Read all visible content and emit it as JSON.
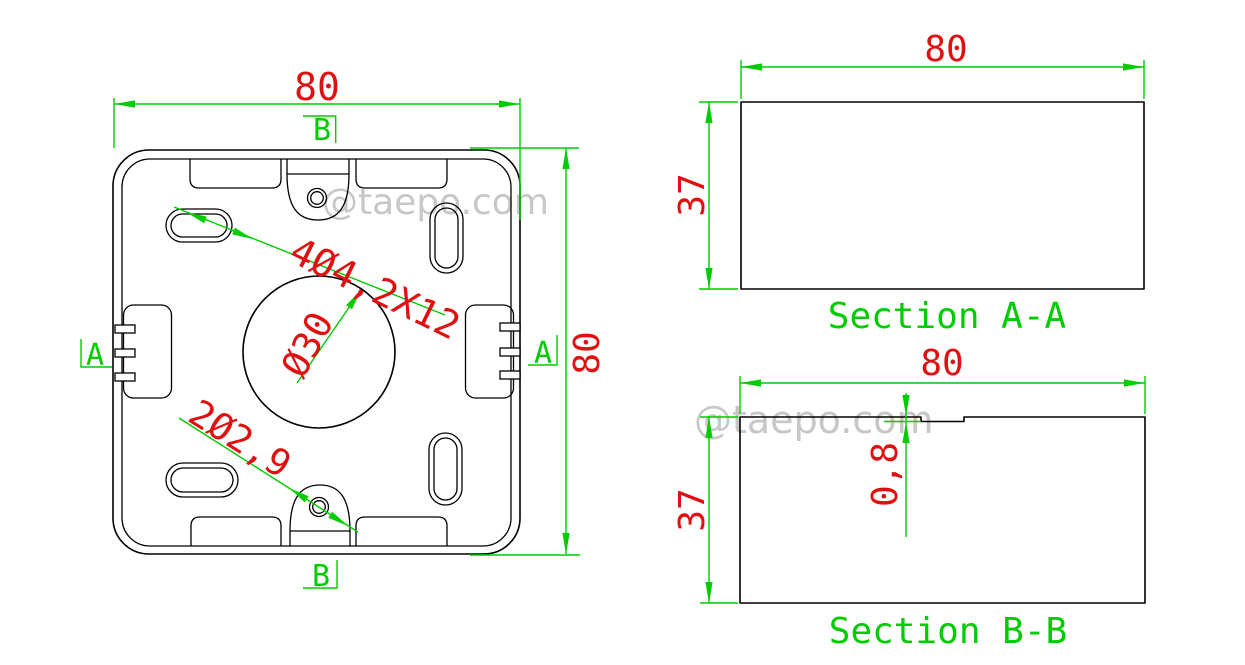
{
  "colors": {
    "geometry": "#000000",
    "dimension_lines": "#00cc00",
    "dimension_text": "#e01010",
    "watermark": "#c7c7c7",
    "background": "#ffffff"
  },
  "watermark": {
    "text": "@taepo.com"
  },
  "plan_view": {
    "width_dim": "80",
    "height_dim": "80",
    "slots_label": "4Ø4,2X12",
    "center_hole_label": "Ø30",
    "screw_holes_label": "2Ø2,9",
    "section_a_label": "A",
    "section_b_label": "B"
  },
  "section_aa": {
    "title": "Section A-A",
    "width_dim": "80",
    "height_dim": "37"
  },
  "section_bb": {
    "title": "Section B-B",
    "width_dim": "80",
    "height_dim": "37",
    "step_dim": "0,8"
  }
}
